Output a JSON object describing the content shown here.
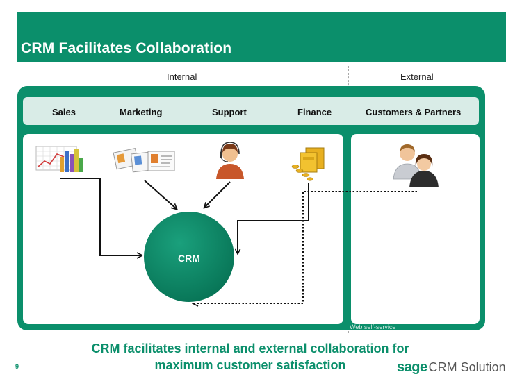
{
  "title": "CRM Facilitates Collaboration",
  "zones": {
    "internal": "Internal",
    "external": "External"
  },
  "columns": [
    {
      "label": "Sales",
      "icon": "chart-icon"
    },
    {
      "label": "Marketing",
      "icon": "brochure-icon"
    },
    {
      "label": "Support",
      "icon": "headset-agent-icon"
    },
    {
      "label": "Finance",
      "icon": "money-icon"
    },
    {
      "label": "Customers & Partners",
      "icon": "people-icon"
    }
  ],
  "center_node": "CRM",
  "web_label": "Web self-service",
  "caption_lines": [
    "CRM facilitates internal and external collaboration for",
    "maximum customer satisfaction"
  ],
  "page_number": "9",
  "logo": {
    "brand": "sage",
    "product": "CRM Solutions"
  },
  "colors": {
    "accent": "#0b8f6b",
    "strip": "#d9ece7"
  }
}
